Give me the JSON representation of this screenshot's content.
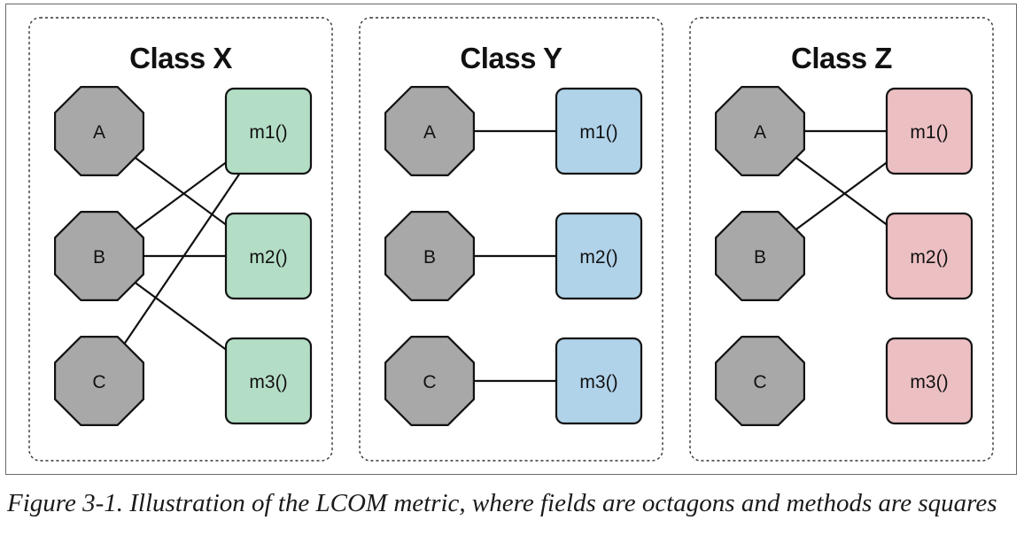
{
  "figure": {
    "caption": "Figure 3-1. Illustration of the LCOM metric, where fields are octagons and methods are squares"
  },
  "colors": {
    "field_fill": "#a8a8a8",
    "class_x_method_fill": "#b4ddc6",
    "class_y_method_fill": "#b1d3ea",
    "class_z_method_fill": "#ecc0c3",
    "stroke": "#111111"
  },
  "classes": [
    {
      "title": "Class X",
      "fields": [
        "A",
        "B",
        "C"
      ],
      "methods": [
        "m1()",
        "m2()",
        "m3()"
      ],
      "method_color": "#b4ddc6",
      "links": [
        [
          "A",
          "m2()"
        ],
        [
          "B",
          "m1()"
        ],
        [
          "B",
          "m2()"
        ],
        [
          "B",
          "m3()"
        ],
        [
          "C",
          "m1()"
        ]
      ]
    },
    {
      "title": "Class Y",
      "fields": [
        "A",
        "B",
        "C"
      ],
      "methods": [
        "m1()",
        "m2()",
        "m3()"
      ],
      "method_color": "#b1d3ea",
      "links": [
        [
          "A",
          "m1()"
        ],
        [
          "B",
          "m2()"
        ],
        [
          "C",
          "m3()"
        ]
      ]
    },
    {
      "title": "Class Z",
      "fields": [
        "A",
        "B",
        "C"
      ],
      "methods": [
        "m1()",
        "m2()",
        "m3()"
      ],
      "method_color": "#ecc0c3",
      "links": [
        [
          "A",
          "m1()"
        ],
        [
          "A",
          "m2()"
        ],
        [
          "B",
          "m1()"
        ]
      ]
    }
  ]
}
